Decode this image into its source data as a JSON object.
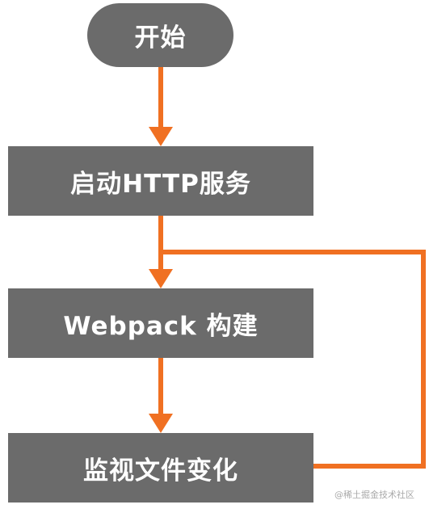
{
  "flowchart": {
    "nodes": [
      {
        "id": "start",
        "label": "开始",
        "shape": "rounded"
      },
      {
        "id": "http",
        "label": "启动HTTP服务",
        "shape": "rect"
      },
      {
        "id": "build",
        "label": "Webpack 构建",
        "shape": "rect"
      },
      {
        "id": "watch",
        "label": "监视文件变化",
        "shape": "rect"
      }
    ],
    "edges": [
      {
        "from": "start",
        "to": "http"
      },
      {
        "from": "http",
        "to": "build"
      },
      {
        "from": "build",
        "to": "watch"
      },
      {
        "from": "watch",
        "to": "build",
        "type": "loop-back"
      }
    ],
    "colors": {
      "node_fill": "#6b6b6b",
      "node_text": "#ffffff",
      "arrow": "#f07022"
    }
  },
  "watermark": "@稀土掘金技术社区"
}
